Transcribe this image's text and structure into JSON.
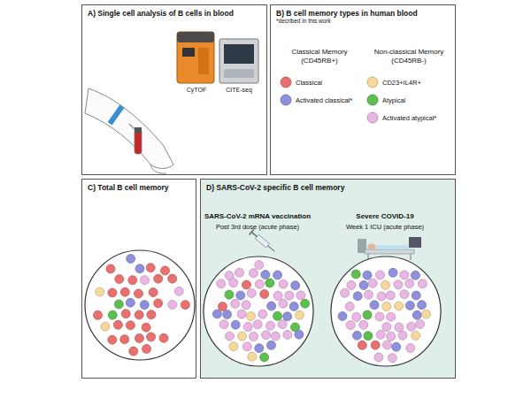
{
  "diagram": {
    "nodes": [
      {
        "text": [
          "A) Single cell analysis of B cells in blood"
        ]
      },
      {
        "text": [
          "B) B cell memory types in human blood",
          "*decribed in this work"
        ]
      },
      {
        "text": [
          "C) Total B cell memory"
        ]
      },
      {
        "text": [
          "D) SARS-CoV-2 specific B cell memory"
        ]
      }
    ],
    "labels": [
      "CyTOF",
      "CITE-seq",
      "Classical Memory (CD45RB+)",
      "Non-classical Memory (CD45RB-)",
      "SARS-CoV-2 mRNA vaccination",
      "Post 3rd dose (acute phase)",
      "Severe COVID-19",
      "Week 1 ICU (acute phase)"
    ],
    "legend": [
      {
        "text": "Classical",
        "color": "#e8706f"
      },
      {
        "text": "Activated classical*",
        "color": "#8e90dc"
      },
      {
        "text": "CD23+IL4R+",
        "color": "#f6d89c"
      },
      {
        "text": "Atypical",
        "color": "#5cbf4e"
      },
      {
        "text": "Activated atypical*",
        "color": "#eab6e4"
      }
    ]
  }
}
